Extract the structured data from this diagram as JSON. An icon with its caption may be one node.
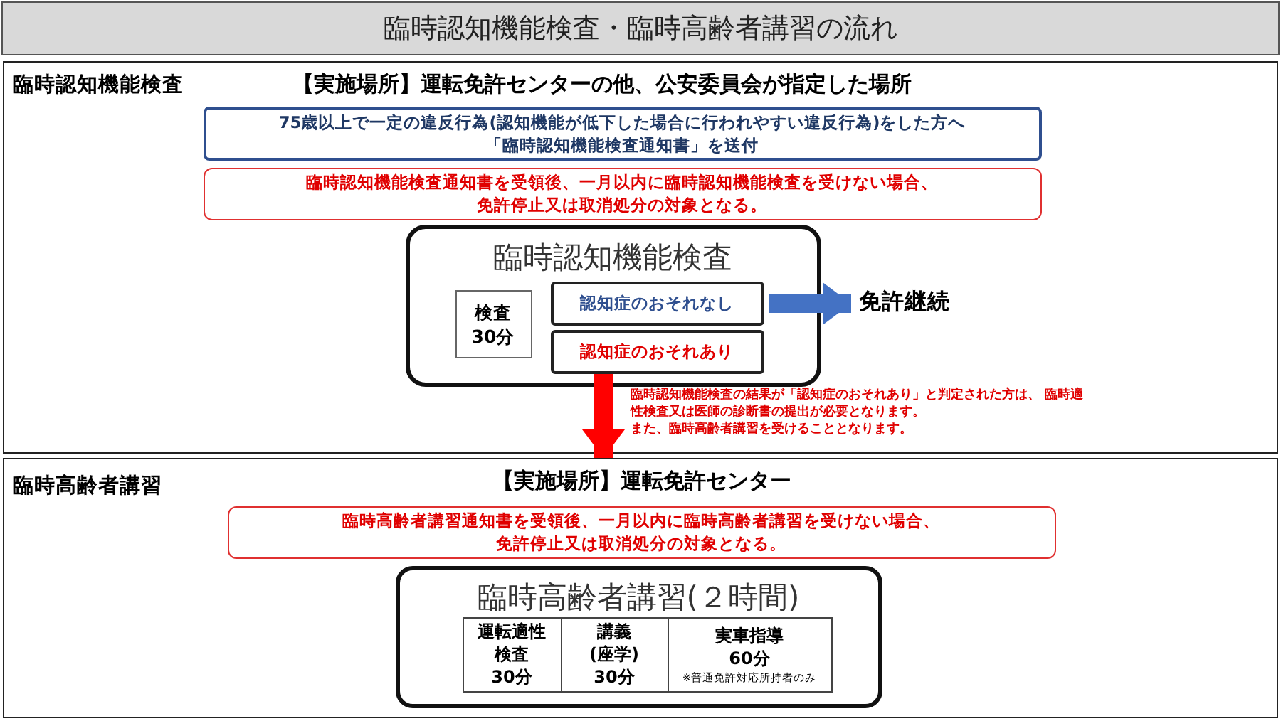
{
  "diagram": {
    "title": "臨時認知機能検査・臨時高齢者講習の流れ",
    "nodes": [
      {
        "text": [
          "臨時認知機能検査",
          "【実施場所】運転免許センターの他、公安委員会が指定した場所"
        ]
      },
      {
        "text": [
          "75歳以上で一定の違反行為(認知機能が低下した場合に行われやすい違反行為)をした方へ「臨時認知機能検査通知書」を送付"
        ],
        "in": 0
      },
      {
        "text": [
          "臨時認知機能検査通知書を受領後、一月以内に臨時認知機能検査を受けない場合、免許停止又は取消処分の対象となる。"
        ],
        "in": 0
      },
      {
        "text": [
          "臨時認知機能検査"
        ],
        "in": 0
      },
      {
        "text": [
          "検査30分"
        ],
        "in": 3
      },
      {
        "text": [
          "認知症のおそれなし"
        ],
        "in": 3
      },
      {
        "text": [
          "認知症のおそれあり"
        ],
        "in": 3
      },
      {
        "text": [
          "免許継続"
        ],
        "in": 0
      },
      {
        "text": [
          "臨時高齢者講習",
          "【実施場所】運転免許センター"
        ]
      },
      {
        "text": [
          "臨時高齢者講習通知書を受領後、一月以内に臨時高齢者講習を受けない場合、免許停止又は取消処分の対象となる。"
        ],
        "in": 8
      },
      {
        "text": [
          "臨時高齢者講習(２時間)"
        ],
        "in": 8
      },
      {
        "text": [
          "運転適性検査30分"
        ],
        "in": 10
      },
      {
        "text": [
          "講義(座学)30分"
        ],
        "in": 10
      },
      {
        "text": [
          "実車指導60分",
          "※普通免許対応所持者のみ"
        ],
        "in": 10
      }
    ],
    "edges": [
      {
        "from": 5,
        "to": 7,
        "arrow": "to",
        "color": "#4472c4"
      },
      {
        "from": 6,
        "to": 8,
        "arrow": "to",
        "color": "#ff0000"
      }
    ],
    "labels": [
      "臨時認知機能検査の結果が「認知症のおそれあり」と判定された方は、 臨時適性検査又は医師の診断書の提出が必要となります。また、臨時高齢者講習を受けることとなります。"
    ]
  }
}
